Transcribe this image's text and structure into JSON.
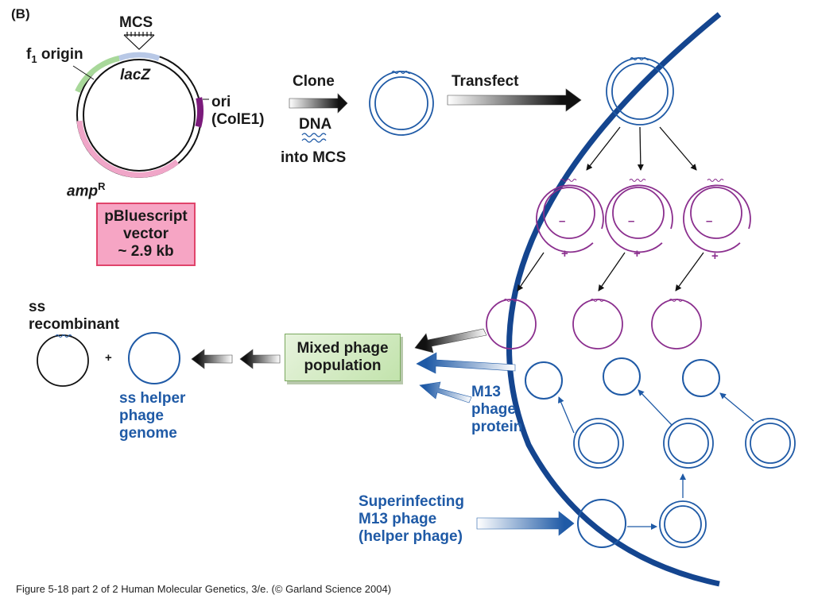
{
  "panel_label": "(B)",
  "vector": {
    "mcs_label": "MCS",
    "f1_prefix": "f",
    "f1_sub": "1",
    "f1_suffix": " origin",
    "lacz_label": "lacZ",
    "ori_line1": "ori",
    "ori_line2": "(ColE1)",
    "amp_base": "amp",
    "amp_sup": "R",
    "box_line1": "pBluescript",
    "box_line2": "vector",
    "box_line3": "~ 2.9 kb"
  },
  "clone_step": {
    "top": "Clone",
    "mid": "DNA",
    "bottom": "into MCS"
  },
  "transfect_label": "Transfect",
  "strand_minus": "–",
  "strand_plus": "+",
  "mixed_box": {
    "line1": "Mixed phage",
    "line2": "population"
  },
  "m13_protein": {
    "line1": "M13",
    "line2": "phage",
    "line3": "protein"
  },
  "superinfect": {
    "line1": "Superinfecting",
    "line2": "M13 phage",
    "line3": "(helper phage)"
  },
  "ss_recombinant": {
    "line1": "ss",
    "line2": "recombinant"
  },
  "plus_sign": "+",
  "helper_genome": {
    "line1": "ss helper",
    "line2": "phage",
    "line3": "genome"
  },
  "caption": "Figure 5-18 part 2 of 2  Human Molecular Genetics, 3/e.  (© Garland Science 2004)",
  "colors": {
    "blue": "#1f5aa6",
    "purple": "#8b2f8e",
    "pink": "#f0a6c8",
    "green": "#a8d89a",
    "lacz": "#b8c8e6",
    "ori": "#7b1a7b"
  }
}
